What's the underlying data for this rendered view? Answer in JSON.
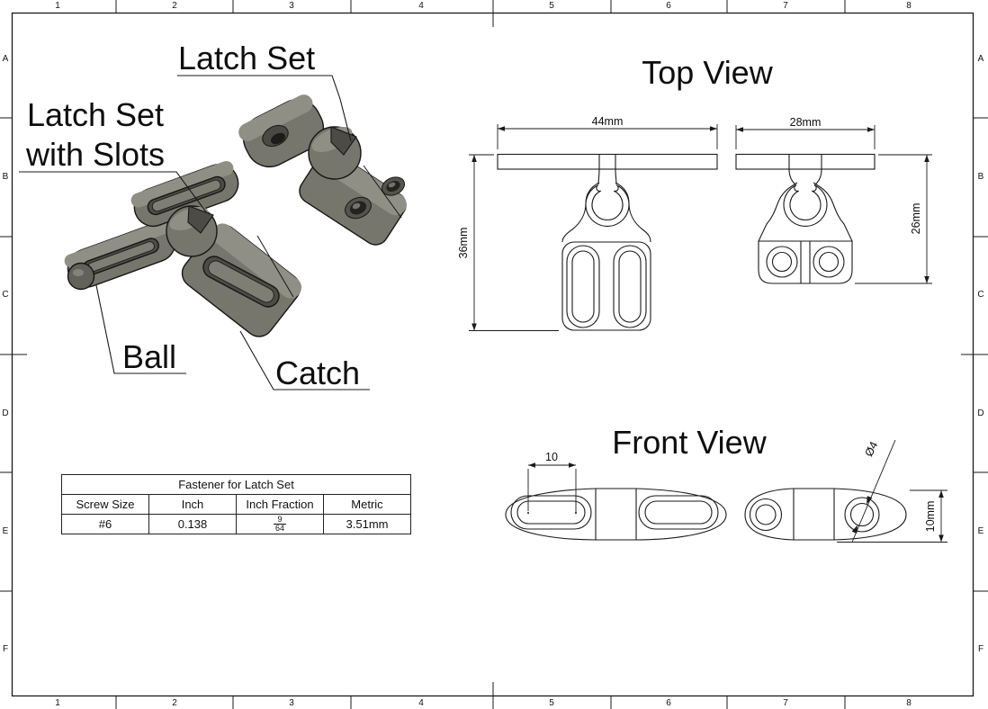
{
  "sheet": {
    "background": "#ffffff",
    "line_color": "#1a1a1a"
  },
  "border": {
    "column_labels": [
      "1",
      "2",
      "3",
      "4",
      "5",
      "6",
      "7",
      "8"
    ],
    "row_labels": [
      "A",
      "B",
      "C",
      "D",
      "E",
      "F"
    ]
  },
  "iso_view": {
    "callouts": {
      "latch_set": "Latch Set",
      "latch_set_with_slots": {
        "line1": "Latch Set",
        "line2": "with Slots"
      },
      "ball": "Ball",
      "catch": "Catch"
    },
    "part_colors": {
      "top_face": "#8f8f85",
      "side_face": "#76766c",
      "shadow_face": "#55544d",
      "slot_interior": "#4c4c45",
      "outline": "#161616"
    }
  },
  "top_view": {
    "title": "Top View",
    "dimensions": {
      "left_part_width": "44mm",
      "left_part_height": "36mm",
      "right_part_width": "28mm",
      "right_part_height": "26mm"
    }
  },
  "front_view": {
    "title": "Front View",
    "dimensions": {
      "slot_spacing": "10",
      "hole_diameter": "Ø4",
      "part_height": "10mm"
    }
  },
  "fastener_table": {
    "title": "Fastener for Latch Set",
    "headers": [
      "Screw Size",
      "Inch",
      "Inch Fraction",
      "Metric"
    ],
    "row": {
      "screw_size": "#6",
      "inch": "0.138",
      "inch_fraction": {
        "numerator": "9",
        "denominator": "64"
      },
      "metric": "3.51mm"
    }
  }
}
